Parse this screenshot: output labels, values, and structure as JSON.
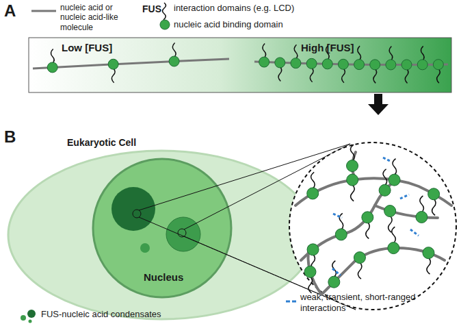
{
  "diagram": {
    "nodes": [
      {
        "text": [
          "Low [FUS]",
          "High [FUS]"
        ]
      },
      {
        "text": [
          "Eukaryotic Cell"
        ]
      },
      {
        "text": [
          "Nucleus"
        ],
        "in": 1
      }
    ],
    "labels": [
      "A",
      "B",
      "FUS"
    ],
    "legend": [
      {
        "text": "nucleic acid or nucleic acid-like molecule"
      },
      {
        "text": "interaction domains (e.g. LCD)"
      },
      {
        "text": "nucleic acid binding domain"
      },
      {
        "text": "FUS-nucleic acid condensates"
      },
      {
        "text": "weak, transient, short-ranged interactions"
      }
    ]
  }
}
